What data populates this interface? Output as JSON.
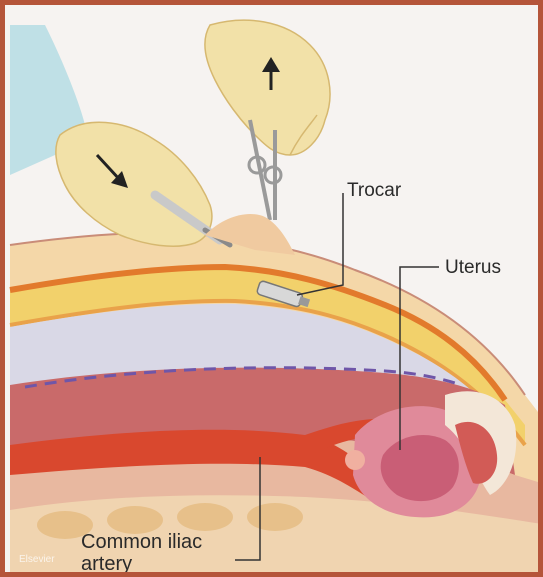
{
  "labels": {
    "trocar": "Trocar",
    "uterus": "Uterus",
    "common_iliac_artery": "Common iliac artery"
  },
  "watermark": "Elsevier",
  "colors": {
    "border": "#b5553a",
    "skin": "#f4d7a8",
    "fat_layer": "#f2d16b",
    "cavity": "#d9d8e6",
    "muscle": "#c96a6a",
    "artery": "#d9482e",
    "uterus": "#e08a9a",
    "sleeve": "#bfe0e6"
  }
}
